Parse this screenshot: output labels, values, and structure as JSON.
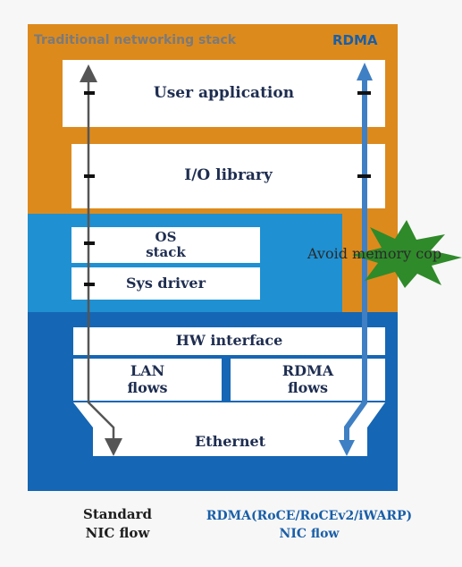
{
  "headers": {
    "left": "Traditional networking stack",
    "right": "RDMA"
  },
  "layers": {
    "user_application": "User application",
    "io_library": "I/O library",
    "os_stack_line1": "OS",
    "os_stack_line2": "stack",
    "sys_driver": "Sys driver",
    "hw_interface": "HW interface",
    "lan_flows_line1": "LAN",
    "lan_flows_line2": "flows",
    "rdma_flows_line1": "RDMA",
    "rdma_flows_line2": "flows",
    "ethernet": "Ethernet"
  },
  "callout": {
    "text": "Avoid memory cop"
  },
  "captions": {
    "standard_line1": "Standard",
    "standard_line2": "NIC flow",
    "rdma_line1": "RDMA(RoCE/RoCEv2/iWARP)",
    "rdma_line2": "NIC flow"
  },
  "colors": {
    "orange_band": "#dd8a1c",
    "light_blue_band": "#1f90d2",
    "dark_blue_band": "#1566b4",
    "standard_arrow": "#555555",
    "rdma_arrow": "#3f7fc4",
    "starburst": "#2f8a2a"
  }
}
